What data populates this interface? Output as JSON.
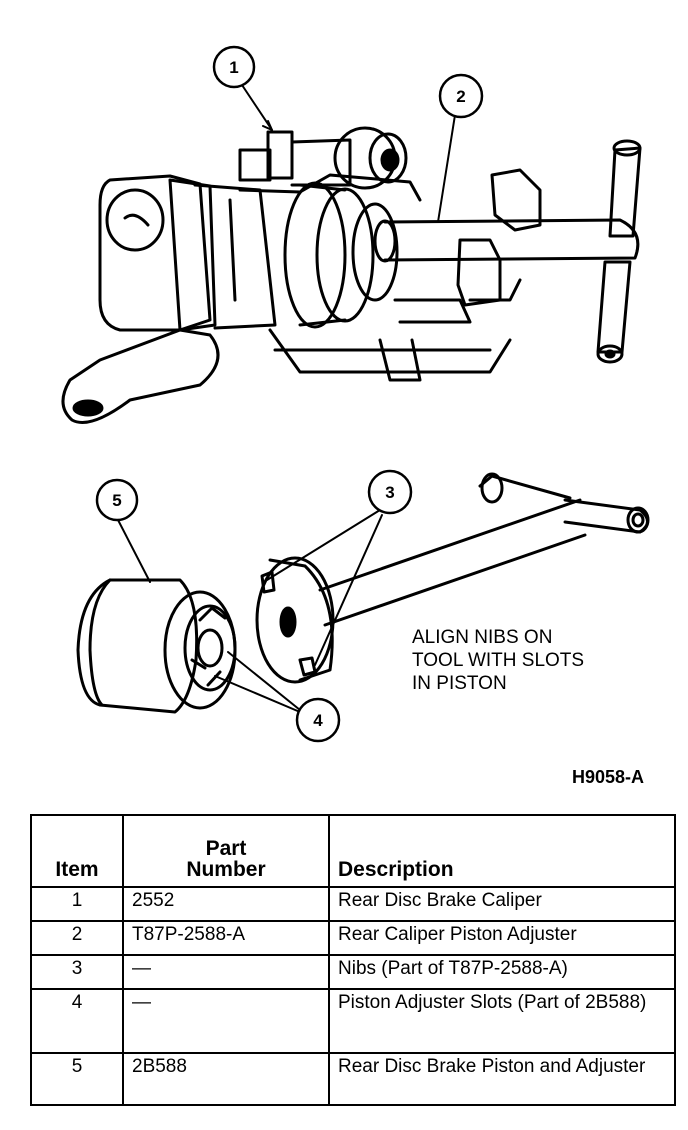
{
  "callouts": [
    "1",
    "2",
    "3",
    "4",
    "5"
  ],
  "note": [
    "ALIGN NIBS ON",
    "TOOL WITH SLOTS",
    "IN PISTON"
  ],
  "figure_id": "H9058-A",
  "table": {
    "headers": {
      "item": "Item",
      "part_line1": "Part",
      "part_line2": "Number",
      "description": "Description"
    },
    "rows": [
      {
        "item": "1",
        "part": "2552",
        "description": "Rear Disc Brake Caliper"
      },
      {
        "item": "2",
        "part": "T87P-2588-A",
        "description": "Rear Caliper Piston Adjuster"
      },
      {
        "item": "3",
        "part": "—",
        "description": "Nibs (Part of T87P-2588-A)"
      },
      {
        "item": "4",
        "part": "—",
        "description": "Piston Adjuster Slots (Part of 2B588)"
      },
      {
        "item": "5",
        "part": "2B588",
        "description": "Rear Disc Brake Piston and Adjuster"
      }
    ]
  }
}
